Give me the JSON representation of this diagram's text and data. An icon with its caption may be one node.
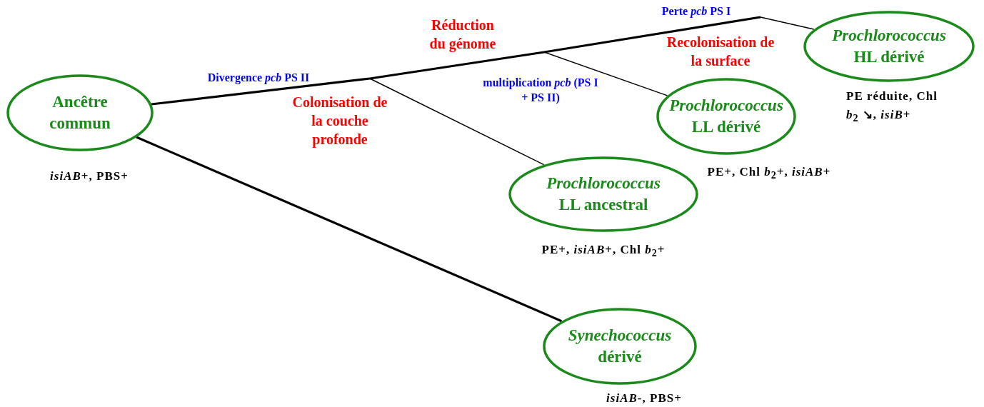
{
  "diagram": {
    "nodes": [
      {
        "text": [
          "Ancêtre commun"
        ],
        "beside": [
          "*isiAB*+, PBS+"
        ]
      },
      {
        "text": [
          "*Prochlorococcus* HL dérivé"
        ],
        "beside": [
          "PE réduite, Chl *b*$_{2}$ ↘, *isiB*+"
        ]
      },
      {
        "text": [
          "*Prochlorococcus* LL dérivé"
        ],
        "beside": [
          "PE+, Chl *b*$_{2}$+, *isiAB*+"
        ]
      },
      {
        "text": [
          "*Prochlorococcus* LL ancestral"
        ],
        "beside": [
          "PE+, *isiAB*+, Chl *b*$_{2}$+"
        ]
      },
      {
        "text": [
          "*Synechococcus* dérivé"
        ],
        "beside": [
          "*isiAB*-, PBS+"
        ]
      }
    ],
    "edges": [
      {
        "from": 0,
        "to": 3,
        "arrow": "none"
      },
      {
        "from": 0,
        "to": 2,
        "arrow": "none"
      },
      {
        "from": 0,
        "to": 1,
        "arrow": "none"
      },
      {
        "from": 0,
        "to": 4,
        "arrow": "none"
      }
    ],
    "labels": [
      "Perte *pcb* PS I",
      "Réduction du génome",
      "Recolonisation de la surface",
      "Divergence *pcb* PS II",
      "multiplication *pcb* (PS I + PS II)",
      "Colonisation de la couche profonde"
    ]
  }
}
